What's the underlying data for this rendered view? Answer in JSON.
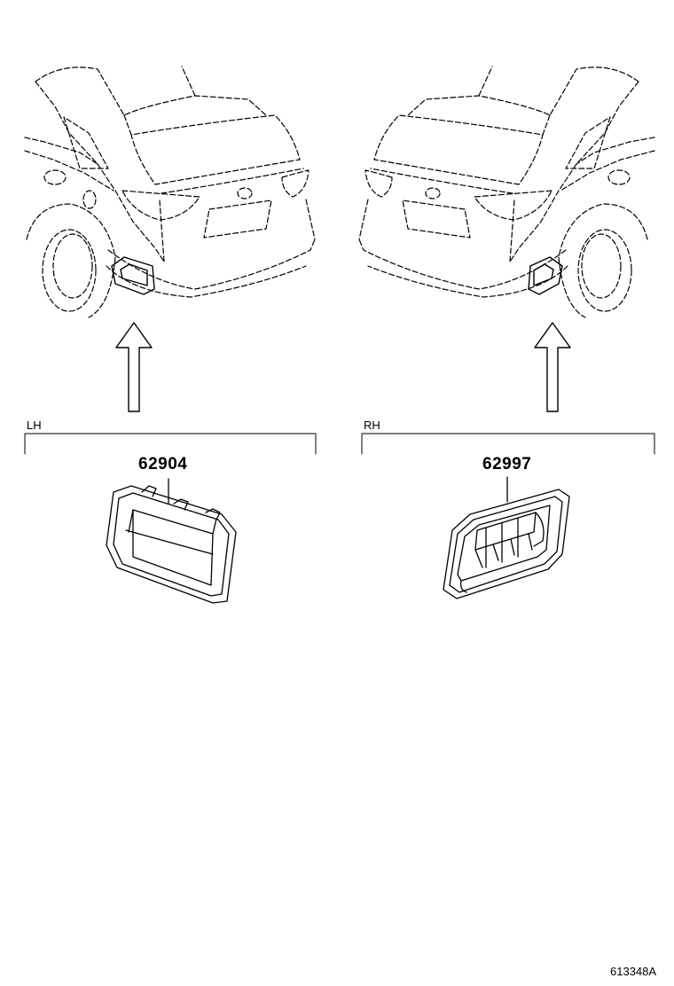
{
  "left": {
    "side_label": "LH",
    "part_number": "62904"
  },
  "right": {
    "side_label": "RH",
    "part_number": "62997"
  },
  "diagram_code": "613348A",
  "line_color": "#000000"
}
